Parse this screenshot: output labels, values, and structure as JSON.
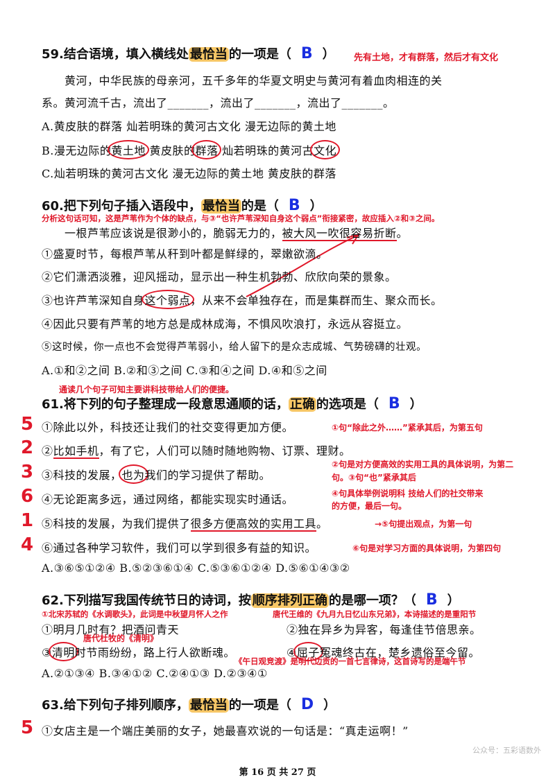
{
  "q59": {
    "title_pre": "59.结合语境，填入横线处",
    "title_hl": "最恰当",
    "title_post": "的一项是（",
    "title_end": "）",
    "answer": "B",
    "note": "先有土地，才有群落，然后才有文化",
    "passage1": "黄河，中华民族的母亲河，五千多年的华夏文明史与黄河有着血肉相连的关",
    "passage2": "系。黄河流千古，流出了_______，流出了_______，流出了_______。",
    "optA": "A.黄皮肤的群落    灿若明珠的黄河古文化    漫无边际的黄土地",
    "optB_1": "B.漫无边际的",
    "optB_c1": "黄土地",
    "optB_2": "    黄皮肤的",
    "optB_c2": "群落",
    "optB_3": "    灿若明珠的黄河古",
    "optB_c3": "文化",
    "optC": "C.灿若明珠的黄河古文化    漫无边际的黄土地    黄皮肤的群落"
  },
  "q60": {
    "title_pre": "60.把下列句子插入语段中，",
    "title_hl": "最恰当",
    "title_post": "的是（",
    "title_end": "）",
    "answer": "B",
    "note": "分析这句话可知，这是芦苇作为个体的缺点，与③“也许芦苇深知自身这个弱点”衔接紧密，故应插入②和③之间。",
    "insert_pre": "一根芦苇应该说是很渺小的，脆弱无力的，",
    "insert_ul": "被大风一吹很容易折断",
    "insert_end": "。",
    "s1": "①盛夏时节，每根芦苇从秆到叶都是鲜绿的，翠嫩欲滴。",
    "s2": "②它们潇洒淡雅，迎风摇动，显示出一种生机勃勃、欣欣向荣的景象。",
    "s3_pre": "③也许芦苇深知自身",
    "s3_c": "这个弱点",
    "s3_post": "，从来不会单独存在，而是集群而生、聚众而长。",
    "s4": "④因此只要有芦苇的地方总是成林成海，不惧风吹浪打，永远从容挺立。",
    "s5": "⑤这时候，你一点也不会觉得芦苇弱小，给人留下的是众志成城、气势磅礴的壮观。",
    "options": "A.①和②之间      B.②和③之间      C.③和④之间      D.④和⑤之间"
  },
  "q61": {
    "pre_note": "通读几个句子可知主要讲科技带给人们的便捷。",
    "title_pre": "61.将下列的句子整理成一段意思通顺的话，",
    "title_hl": "正确",
    "title_post": "的选项是（",
    "title_end": "）",
    "answer": "B",
    "order_marks": [
      "5",
      "2",
      "3",
      "6",
      "1",
      "4"
    ],
    "s1": "①除此以外，科技还让我们的社交变得更加方便。",
    "s1_note": "①句“除此之外……”紧承其后，为第五句",
    "s2_pre": "②",
    "s2_ul": "比如手机",
    "s2_post": "，有了它，人们可以随时随地购物、订票、理财。",
    "s2_note": "②句是对方便高效的实用工具的具体说明，为第二",
    "s3_pre": "③科技的发展，",
    "s3_c": "也为",
    "s3_post": "我们的学习提供了帮助。",
    "s3_note": "句。③句“也”紧承其后",
    "s4": "④无论距离多远，通过网络，都能实现实时通话。",
    "s4_note1": "④句具体举例说明科 技给人们的社交带来",
    "s4_note2": "的方便，最后一句。",
    "s5_pre": "⑤科技的发展，为我们提供了",
    "s5_ul": "很多方便高效的实用工具",
    "s5_post": "。",
    "s5_note": "→⑤句提出观点，为第一句",
    "s6": "⑥通过各种学习软件，我们可以学到很多有益的知识。",
    "s6_note": "⑥句是对学习方面的具体说明，为第四句",
    "options": "A.③⑥⑤①②④      B.⑤②③⑥①④      C.⑤③⑥①②④      D.⑤⑥①④③②"
  },
  "q62": {
    "title_pre": "62.下列描写我国传统节日的诗词，按",
    "title_hl": "顺序排列正确",
    "title_post": "的是哪一项？（",
    "title_end": "）",
    "answer": "B",
    "note1": "①北宋苏轼的《水调歌头》，此词是中秋望月怀人之作",
    "note2": "唐代王维的《九月九日忆山东兄弟》，本诗描述的是重阳节",
    "p1": "①明月几时有？把酒问青天",
    "p2": "②独在异乡为异客，每逢佳节倍思亲。",
    "note3": "唐代杜牧的《清明》",
    "p3_pre": "③",
    "p3_c": "清明",
    "p3_post": "时节雨纷纷，路上行人欲断魂。",
    "p4_pre": "④",
    "p4_c": "屈子",
    "p4_post": "冤魂终古在，楚乡遗俗至今留。",
    "note4": "《午日观竞渡》是明代边贡的一首七言律诗，这首诗写的是端午节",
    "options": "A.②①③④            B.③④①②            C.②④①③            D.②③④①"
  },
  "q63": {
    "title_pre": "63.给下列句子排列顺序，",
    "title_hl": "最恰当",
    "title_post": "的一项是（",
    "title_end": "）",
    "answer": "D",
    "order_mark": "5",
    "s1": "①女店主是一个端庄美丽的女子，她最喜欢说的一句话是：“真走运啊！”"
  },
  "footer": "第 16 页 共 27 页",
  "watermark": "公众号：五彩语数外"
}
